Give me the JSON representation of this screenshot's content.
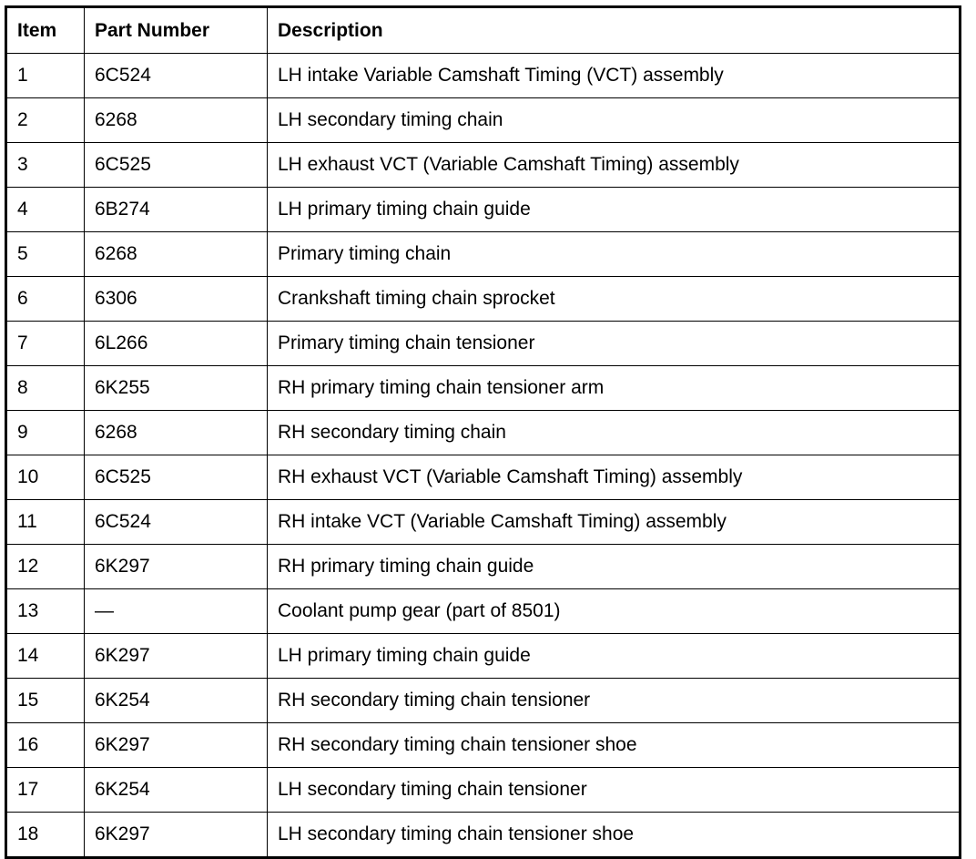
{
  "table": {
    "name": "timing-chain-parts-table",
    "columns": [
      {
        "key": "item",
        "label": "Item"
      },
      {
        "key": "part_number",
        "label": "Part Number"
      },
      {
        "key": "description",
        "label": "Description"
      }
    ],
    "rows": [
      {
        "item": "1",
        "part_number": "6C524",
        "description": "LH intake Variable Camshaft Timing (VCT) assembly"
      },
      {
        "item": "2",
        "part_number": "6268",
        "description": "LH secondary timing chain"
      },
      {
        "item": "3",
        "part_number": "6C525",
        "description": "LH exhaust VCT (Variable Camshaft Timing) assembly"
      },
      {
        "item": "4",
        "part_number": "6B274",
        "description": "LH primary timing chain guide"
      },
      {
        "item": "5",
        "part_number": "6268",
        "description": "Primary timing chain"
      },
      {
        "item": "6",
        "part_number": "6306",
        "description": "Crankshaft timing chain sprocket"
      },
      {
        "item": "7",
        "part_number": "6L266",
        "description": "Primary timing chain tensioner"
      },
      {
        "item": "8",
        "part_number": "6K255",
        "description": "RH primary timing chain tensioner arm"
      },
      {
        "item": "9",
        "part_number": "6268",
        "description": "RH secondary timing chain"
      },
      {
        "item": "10",
        "part_number": "6C525",
        "description": "RH exhaust VCT (Variable Camshaft Timing) assembly"
      },
      {
        "item": "11",
        "part_number": "6C524",
        "description": "RH intake VCT (Variable Camshaft Timing) assembly"
      },
      {
        "item": "12",
        "part_number": "6K297",
        "description": "RH primary timing chain guide"
      },
      {
        "item": "13",
        "part_number": "—",
        "description": "Coolant pump gear (part of 8501)"
      },
      {
        "item": "14",
        "part_number": "6K297",
        "description": "LH primary timing chain guide"
      },
      {
        "item": "15",
        "part_number": "6K254",
        "description": "RH secondary timing chain tensioner"
      },
      {
        "item": "16",
        "part_number": "6K297",
        "description": "RH secondary timing chain tensioner shoe"
      },
      {
        "item": "17",
        "part_number": "6K254",
        "description": "LH secondary timing chain tensioner"
      },
      {
        "item": "18",
        "part_number": "6K297",
        "description": "LH secondary timing chain tensioner shoe"
      }
    ]
  },
  "colors": {
    "border": "#000000",
    "text": "#000000",
    "background": "#ffffff"
  }
}
